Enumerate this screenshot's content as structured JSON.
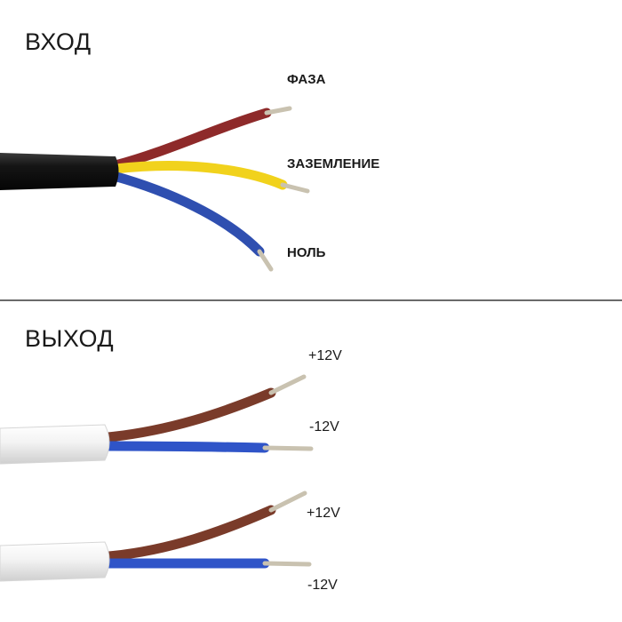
{
  "input_section": {
    "title": "ВХОД",
    "wires": [
      {
        "label": "ФАЗА",
        "color": "#8e2a2a"
      },
      {
        "label": "ЗАЗЕМЛЕНИЕ",
        "color": "#f1d21c"
      },
      {
        "label": "НОЛЬ",
        "color": "#2f4fb0"
      }
    ],
    "sheath_color": "#111111"
  },
  "output_section": {
    "title": "ВЫХОД",
    "cables": [
      {
        "plus_label": "+12V",
        "minus_label": "-12V"
      },
      {
        "plus_label": "+12V",
        "minus_label": "-12V"
      }
    ],
    "plus_color": "#7a3b2a",
    "minus_color": "#2f54c8",
    "sheath_color": "#f2f2f2"
  },
  "colors": {
    "divider": "#6a6a6a",
    "copper_strand": "#c9c2b0"
  }
}
